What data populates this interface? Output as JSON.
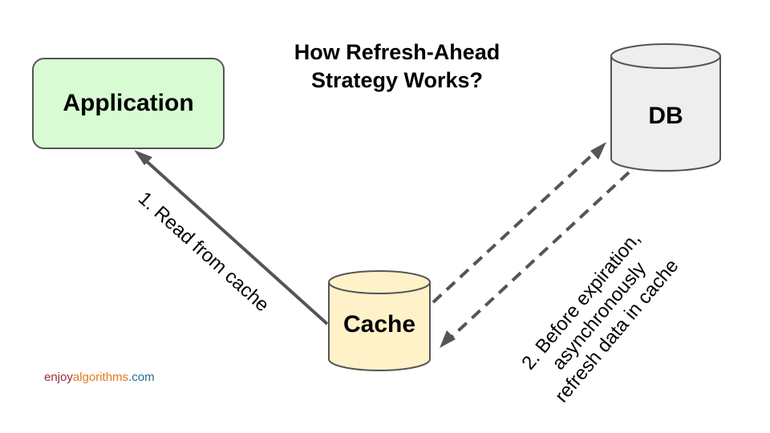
{
  "title": {
    "line1": "How Refresh-Ahead",
    "line2": "Strategy Works?"
  },
  "nodes": {
    "application": {
      "label": "Application",
      "fill": "#d9fbd4",
      "stroke": "#555555"
    },
    "db": {
      "label": "DB",
      "fill": "#eeeeee",
      "stroke": "#555555"
    },
    "cache": {
      "label": "Cache",
      "fill": "#fff2c8",
      "stroke": "#555555"
    }
  },
  "edges": {
    "read": {
      "label": "1. Read from cache",
      "style": "solid",
      "color": "#555555"
    },
    "refresh": {
      "line1": "2. Before expiration,",
      "line2": "asynchronously",
      "line3": "refresh data in cache",
      "style": "dashed",
      "color": "#555555"
    }
  },
  "brand": {
    "part1": "enjoy",
    "part2": "algorithms",
    "part3": ".com"
  }
}
